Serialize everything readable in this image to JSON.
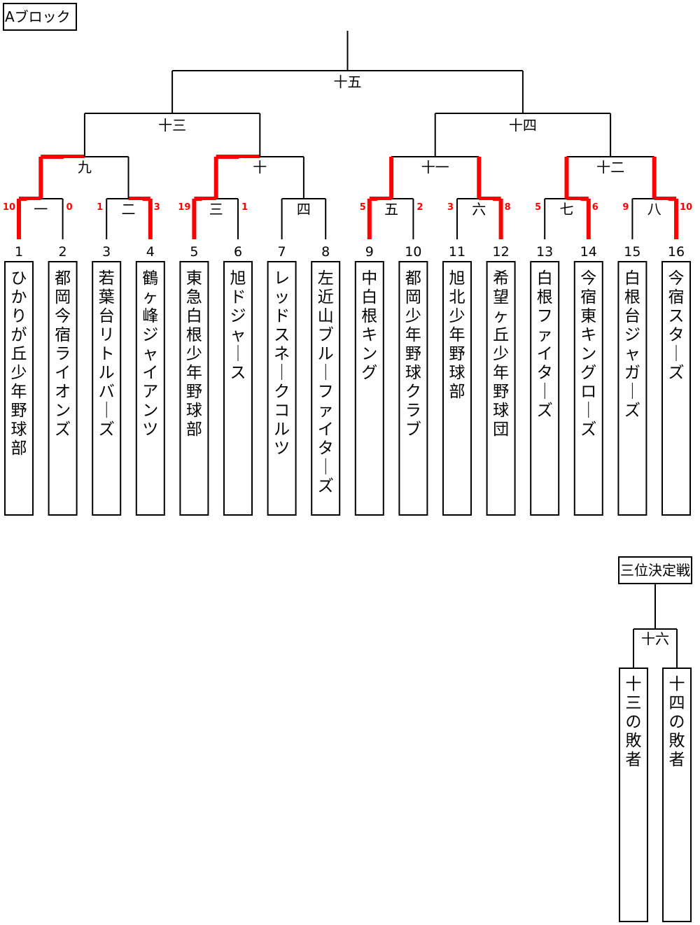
{
  "block_title": "Aブロック",
  "third_place_title": "三位決定戦",
  "colors": {
    "line": "#000000",
    "winner": "#ff0000",
    "score": "#ff0000"
  },
  "teams": [
    {
      "no": "1",
      "name": "ひかりが丘少年野球部"
    },
    {
      "no": "2",
      "name": "都岡今宿ライオンズ"
    },
    {
      "no": "3",
      "name": "若葉台リトルバーズ"
    },
    {
      "no": "4",
      "name": "鶴ヶ峰ジャイアンツ"
    },
    {
      "no": "5",
      "name": "東急白根少年野球部"
    },
    {
      "no": "6",
      "name": "旭ドジャース"
    },
    {
      "no": "7",
      "name": "レッドスネークコルツ"
    },
    {
      "no": "8",
      "name": "左近山ブルーファイターズ"
    },
    {
      "no": "9",
      "name": "中白根キング"
    },
    {
      "no": "10",
      "name": "都岡少年野球クラブ"
    },
    {
      "no": "11",
      "name": "旭北少年野球部"
    },
    {
      "no": "12",
      "name": "希望ヶ丘少年野球団"
    },
    {
      "no": "13",
      "name": "白根ファイターズ"
    },
    {
      "no": "14",
      "name": "今宿東キングローズ"
    },
    {
      "no": "15",
      "name": "白根台ジャガーズ"
    },
    {
      "no": "16",
      "name": "今宿スターズ"
    }
  ],
  "round1": [
    {
      "label": "一",
      "score_left": "10",
      "score_right": "0",
      "winner": "left"
    },
    {
      "label": "二",
      "score_left": "1",
      "score_right": "3",
      "winner": "right"
    },
    {
      "label": "三",
      "score_left": "19",
      "score_right": "1",
      "winner": "left"
    },
    {
      "label": "四",
      "score_left": "",
      "score_right": "",
      "winner": ""
    },
    {
      "label": "五",
      "score_left": "5",
      "score_right": "2",
      "winner": "left"
    },
    {
      "label": "六",
      "score_left": "3",
      "score_right": "8",
      "winner": "right"
    },
    {
      "label": "七",
      "score_left": "5",
      "score_right": "6",
      "winner": "right"
    },
    {
      "label": "八",
      "score_left": "9",
      "score_right": "10",
      "winner": "right"
    }
  ],
  "round2": [
    {
      "label": "九",
      "winner": "left"
    },
    {
      "label": "十",
      "winner": "left"
    },
    {
      "label": "十一",
      "winner": "both"
    },
    {
      "label": "十二",
      "winner": "both"
    }
  ],
  "round3": [
    {
      "label": "十三"
    },
    {
      "label": "十四"
    }
  ],
  "final": {
    "label": "十五"
  },
  "third_place": {
    "label": "十六",
    "slots": [
      "十三の敗者",
      "十四の敗者"
    ]
  }
}
